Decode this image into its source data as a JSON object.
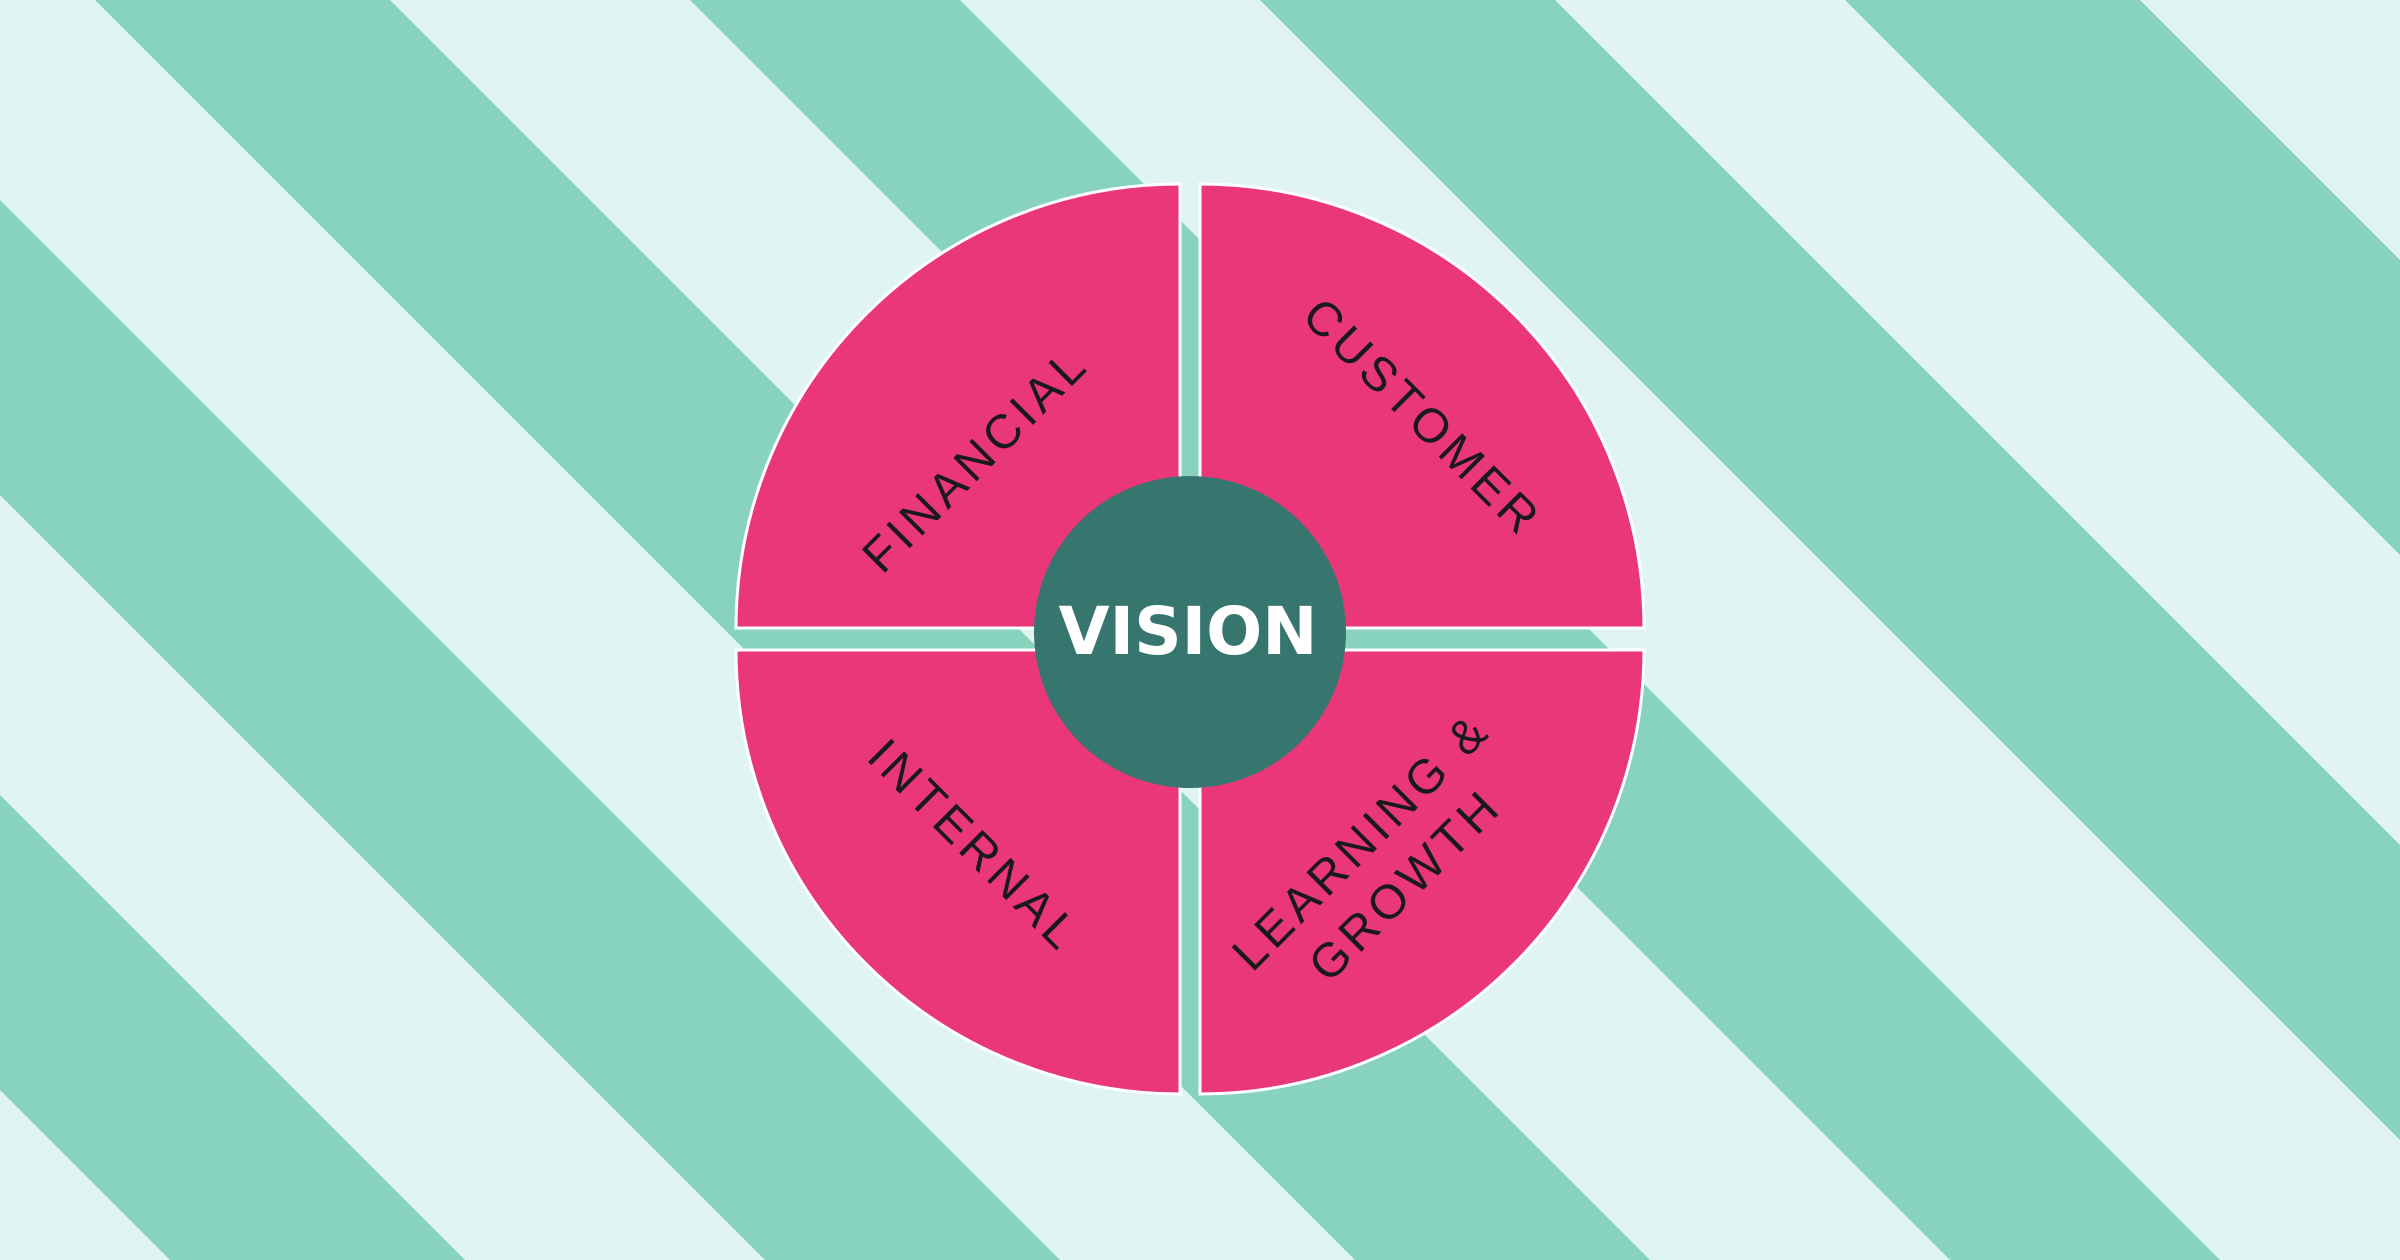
{
  "colors": {
    "background_light": "#e0f5f2",
    "stripe": "#88d3be",
    "quadrant_fill": "#e9377a",
    "quadrant_stroke": "#ffffff",
    "center_fill": "#36766f",
    "center_text": "#ffffff",
    "label_text": "#1a1a1a"
  },
  "diagram": {
    "center": {
      "label": "VISION"
    },
    "quadrants": [
      {
        "id": "financial",
        "label": "FINANCIAL"
      },
      {
        "id": "customer",
        "label": "CUSTOMER"
      },
      {
        "id": "internal",
        "label": "INTERNAL"
      },
      {
        "id": "learning",
        "label_line1": "LEARNING &",
        "label_line2": "GROWTH"
      }
    ]
  }
}
